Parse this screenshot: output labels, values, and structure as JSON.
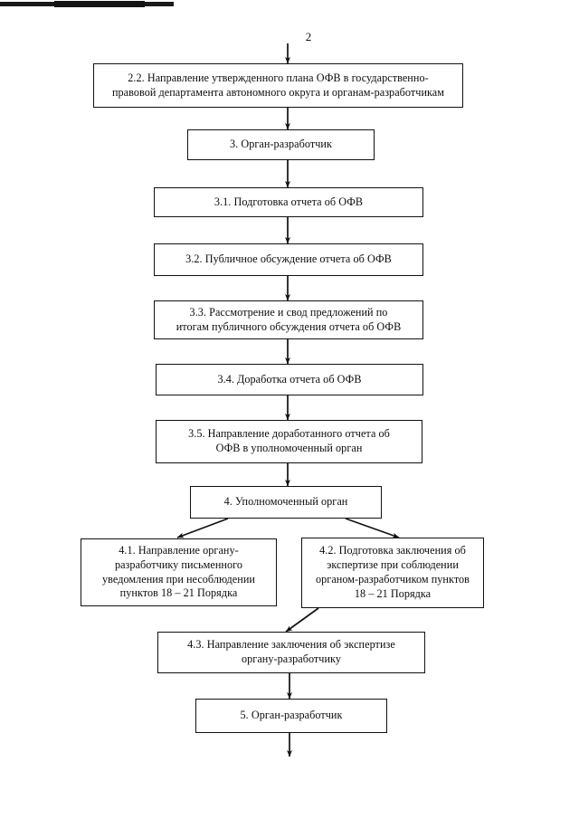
{
  "document": {
    "page_number": "2",
    "type": "process-flowchart",
    "language": "ru"
  },
  "flowchart": {
    "nodes": [
      {
        "id": "n22",
        "label": "2.2. Направление утвержденного плана ОФВ в государственно-\nправовой департамента автономного округа и органам-разработчикам"
      },
      {
        "id": "n3",
        "label": "3. Орган-разработчик"
      },
      {
        "id": "n31",
        "label": "3.1. Подготовка отчета об ОФВ"
      },
      {
        "id": "n32",
        "label": "3.2. Публичное обсуждение отчета об ОФВ"
      },
      {
        "id": "n33",
        "label": "3.3. Рассмотрение и свод предложений по\nитогам публичного обсуждения отчета об ОФВ"
      },
      {
        "id": "n34",
        "label": "3.4. Доработка отчета об ОФВ"
      },
      {
        "id": "n35",
        "label": "3.5. Направление доработанного отчета об\nОФВ в уполномоченный орган"
      },
      {
        "id": "n4",
        "label": "4. Уполномоченный орган"
      },
      {
        "id": "n41",
        "label": "4.1. Направление органу-\nразработчику письменного\nуведомления при несоблюдении\nпунктов 18 – 21 Порядка"
      },
      {
        "id": "n42",
        "label": "4.2. Подготовка заключения об\nэкспертизе  при соблюдении\nорганом-разработчиком пунктов\n18 – 21 Порядка"
      },
      {
        "id": "n43",
        "label": "4.3. Направление заключения об экспертизе\nоргану-разработчику"
      },
      {
        "id": "n5",
        "label": "5. Орган-разработчик"
      }
    ],
    "colors": {
      "stroke": "#111111",
      "text": "#0d0d0d",
      "background": "#ffffff"
    }
  }
}
